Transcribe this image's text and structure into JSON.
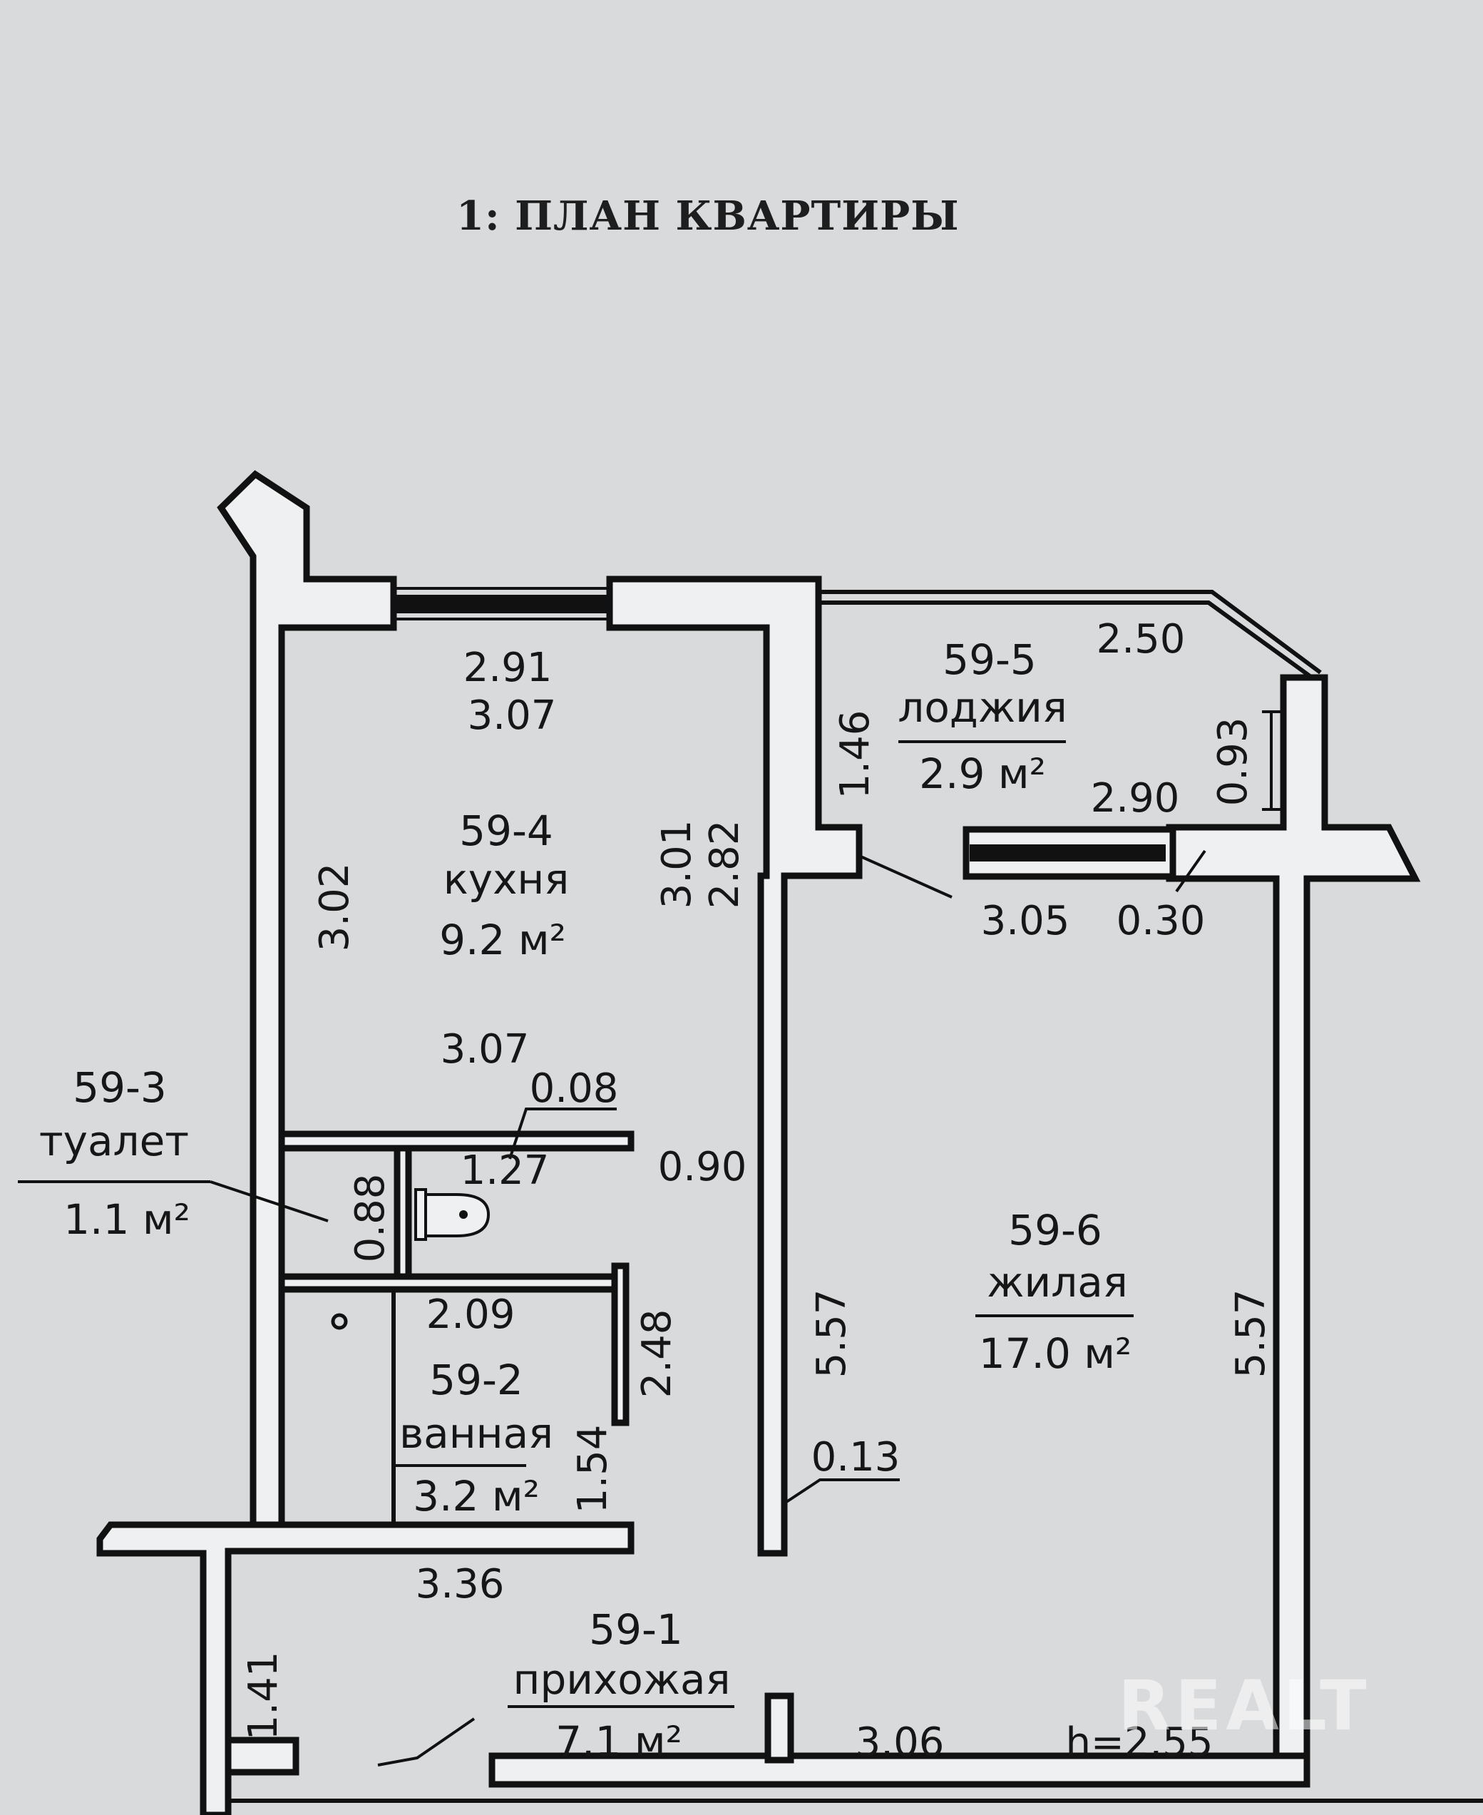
{
  "title": "1: ПЛАН КВАРТИРЫ",
  "rooms": {
    "kitchen": {
      "id": "59-4",
      "name": "кухня",
      "area": "9.2 м²"
    },
    "loggia": {
      "id": "59-5",
      "name": "лоджия",
      "area": "2.9 м²"
    },
    "toilet": {
      "id": "59-3",
      "name": "туалет",
      "area": "1.1 м²"
    },
    "living": {
      "id": "59-6",
      "name": "жилая",
      "area": "17.0 м²"
    },
    "bathroom": {
      "id": "59-2",
      "name": "ванная",
      "area": "3.2 м²"
    },
    "hall": {
      "id": "59-1",
      "name": "прихожая",
      "area": "7.1 м²"
    }
  },
  "dimensions": {
    "kitchen_top_a": "2.91",
    "kitchen_top_b": "3.07",
    "kitchen_left": "3.02",
    "kitchen_right_a": "3.01",
    "kitchen_right_b": "2.82",
    "kitchen_bottom": "3.07",
    "small_008": "0.08",
    "toilet_width": "1.27",
    "toilet_height": "0.88",
    "door_090": "0.90",
    "loggia_top": "2.50",
    "loggia_left": "1.46",
    "loggia_right": "0.93",
    "loggia_bottom": "2.90",
    "living_top": "3.05",
    "living_top_small": "0.30",
    "living_left": "5.57",
    "living_right": "5.57",
    "partition": "0.13",
    "bath_width": "2.09",
    "bath_height": "2.48",
    "bath_side": "1.54",
    "hall_top": "3.36",
    "hall_left": "1.41",
    "hall_bottom": "3.06",
    "ceiling_height": "h=2.55"
  },
  "watermark": "REALT",
  "colors": {
    "background": "#d9dadc",
    "wall_fill": "#eef0f2",
    "ink": "#111111"
  }
}
